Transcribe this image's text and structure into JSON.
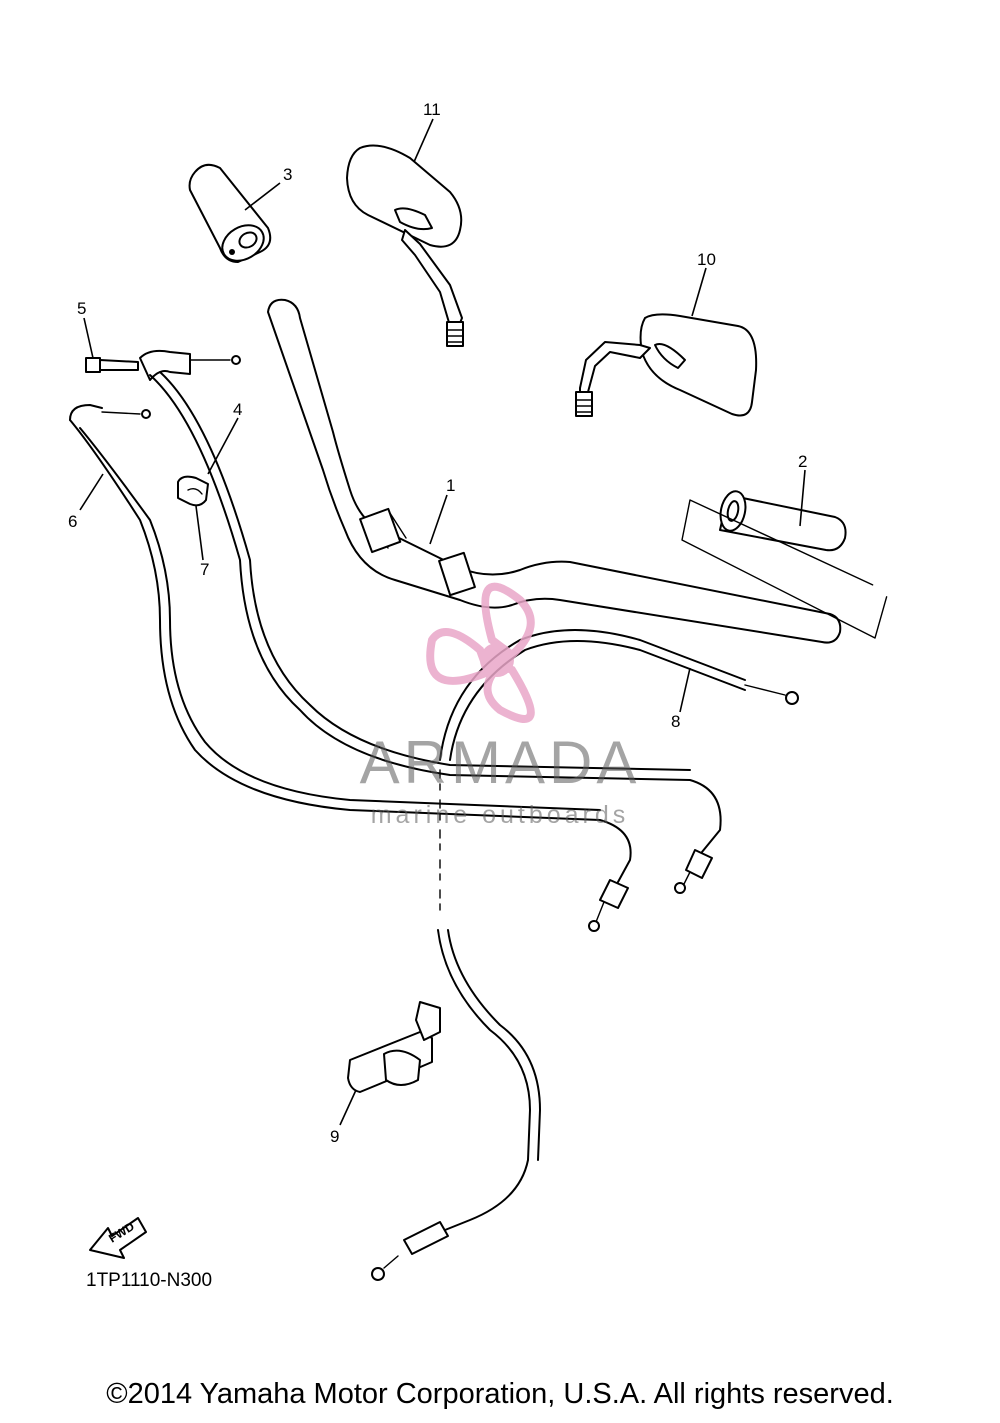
{
  "diagram": {
    "callouts": [
      {
        "id": "1",
        "label": "1"
      },
      {
        "id": "2",
        "label": "2"
      },
      {
        "id": "3",
        "label": "3"
      },
      {
        "id": "4",
        "label": "4"
      },
      {
        "id": "5",
        "label": "5"
      },
      {
        "id": "6",
        "label": "6"
      },
      {
        "id": "7",
        "label": "7"
      },
      {
        "id": "8",
        "label": "8"
      },
      {
        "id": "9",
        "label": "9"
      },
      {
        "id": "10",
        "label": "10"
      },
      {
        "id": "11",
        "label": "11"
      }
    ],
    "fwd_label": "FWD",
    "reference_code": "1TP1110-N300"
  },
  "watermark": {
    "title": "ARMADA",
    "subtitle": "marine outboards",
    "logo_icon": "propeller-icon",
    "color": "#e9a6c8"
  },
  "footer": {
    "copyright": "©2014 Yamaha Motor Corporation, U.S.A. All rights reserved."
  }
}
